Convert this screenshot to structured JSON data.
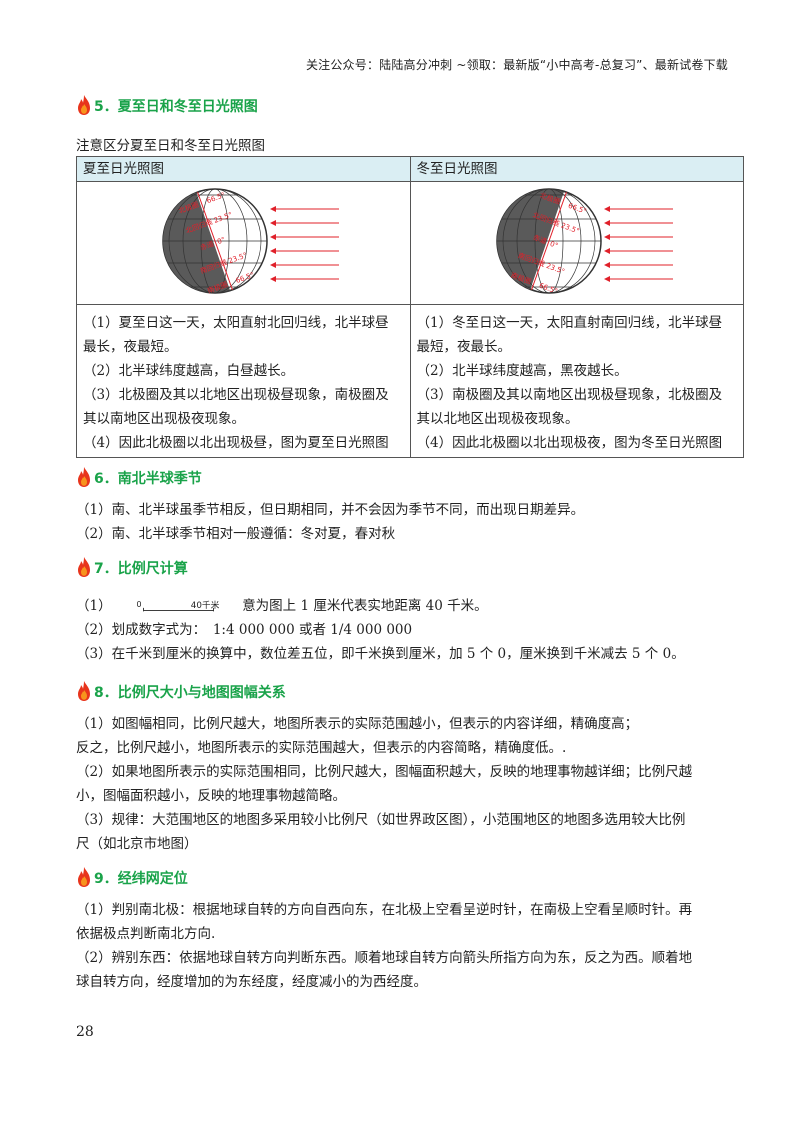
{
  "header": "关注公众号：陆陆高分冲刺 ~领取：最新版“小中高考-总复习”、最新试卷下载",
  "sections": {
    "s5": {
      "title": "5．夏至日和冬至日光照图",
      "note": "注意区分夏至日和冬至日光照图"
    },
    "s6": {
      "title": "6．南北半球季节"
    },
    "s7": {
      "title": "7．比例尺计算"
    },
    "s8": {
      "title": "8．比例尺大小与地图图幅关系"
    },
    "s9": {
      "title": "9．经纬网定位"
    }
  },
  "table": {
    "left": {
      "header": "夏至日光照图",
      "diagram_labels": [
        "北极圈",
        "北回归线",
        "赤道",
        "南回归线",
        "南极圈"
      ],
      "diagram_degrees": [
        "66.5°",
        "23.5°",
        "0°",
        "23.5°",
        "66.5°"
      ],
      "lines": [
        "（1）夏至日这一天，太阳直射北回归线，北半球昼",
        "最长，夜最短。",
        "（2）北半球纬度越高，白昼越长。",
        "（3）北极圈及其以北地区出现极昼现象，南极圈及",
        "其以南地区出现极夜现象。",
        "（4）因此北极圈以北出现极昼，图为夏至日光照图"
      ]
    },
    "right": {
      "header": "冬至日光照图",
      "diagram_labels": [
        "北极圈",
        "北回归线",
        "赤道",
        "南回归线",
        "南极圈"
      ],
      "diagram_degrees": [
        "66.5°",
        "23.5°",
        "0°",
        "23.5°",
        "66.5°"
      ],
      "lines": [
        "（1）冬至日这一天，太阳直射南回归线，北半球昼",
        "最短，夜最长。",
        "（2）北半球纬度越高，黑夜越长。",
        "（3）南极圈及其以南地区出现极昼现象，北极圈及",
        "其以北地区出现极夜现象。",
        "（4）因此北极圈以北出现极夜，图为冬至日光照图"
      ]
    }
  },
  "s6_lines": [
    "（1）南、北半球虽季节相反，但日期相同，并不会因为季节不同，而出现日期差异。",
    "（2）南、北半球季节相对一般遵循：冬对夏，春对秋"
  ],
  "s7": {
    "line1_prefix": "（1）",
    "scale_zero": "0",
    "scale_end": "40千米",
    "line1_suffix": "意为图上 1 厘米代表实地距离 40 千米。",
    "line2": "（2）划成数字式为：　1:4 000 000 或者 1/4 000 000",
    "line3": "（3）在千米到厘米的换算中，数位差五位，即千米换到厘米，加 5 个 0，厘米换到千米减去 5 个 0。"
  },
  "s8_lines": [
    "（1）如图幅相同，比例尺越大，地图所表示的实际范围越小，但表示的内容详细，精确度高；",
    "反之，比例尺越小，地图所表示的实际范围越大，但表示的内容简略，精确度低。.",
    "（2）如果地图所表示的实际范围相同，比例尺越大，图幅面积越大，反映的地理事物越详细；比例尺越",
    "小，图幅面积越小，反映的地理事物越简略。",
    "（3）规律：大范围地区的地图多采用较小比例尺（如世界政区图），小范围地区的地图多选用较大比例",
    "尺（如北京市地图）"
  ],
  "s9_lines": [
    "（1）判别南北极：根据地球自转的方向自西向东，在北极上空看呈逆时针，在南极上空看呈顺时针。再",
    "依据极点判断南北方向.",
    "（2）辨别东西：依据地球自转方向判断东西。顺着地球自转方向箭头所指方向为东，反之为西。顺着地",
    "球自转方向，经度增加的为东经度，经度减小的为西经度。"
  ],
  "page_number": "28",
  "colors": {
    "title_green": "#1aa34a",
    "table_header_bg": "#daeef3",
    "flame_red": "#e8341c",
    "flame_orange": "#f7941d",
    "arrow_red": "#e0202a"
  },
  "icons": {
    "section_marker": "flame-icon"
  }
}
